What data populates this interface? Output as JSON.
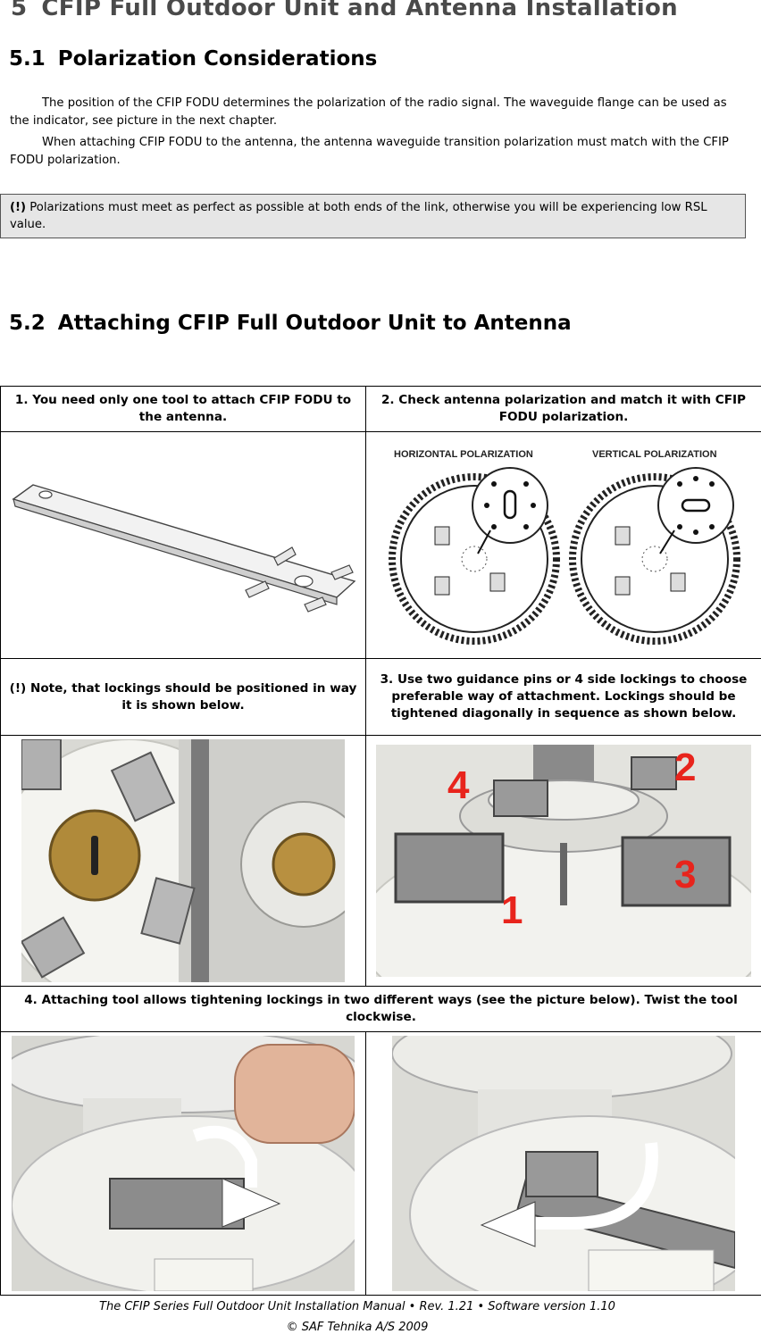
{
  "section": {
    "number": "5",
    "title": "CFIP Full Outdoor Unit and Antenna Installation"
  },
  "subsection1": {
    "number": "5.1",
    "title": "Polarization Considerations",
    "paragraph1": "The position of the CFIP FODU determines the polarization of the radio signal. The waveguide flange can be used as the indicator, see picture in the next chapter.",
    "paragraph2": "When attaching CFIP FODU to the antenna, the antenna waveguide transition polarization must match with the CFIP FODU polarization."
  },
  "note": {
    "marker": "(!)",
    "text": "Polarizations must meet as perfect as possible at both ends of the link, otherwise you will be experiencing low RSL value."
  },
  "subsection2": {
    "number": "5.2",
    "title": "Attaching CFIP Full Outdoor Unit to Antenna"
  },
  "steps": {
    "step1": "1. You need only one tool to attach CFIP FODU to the antenna.",
    "step2": "2. Check antenna polarization and match it with CFIP FODU polarization.",
    "note_lockings": "(!) Note, that lockings should be positioned in way it is shown below.",
    "step3": "3. Use two guidance pins or 4 side lockings to choose preferable way of attachment. Lockings should be tightened diagonally in sequence as shown below.",
    "step4": "4. Attaching tool allows tightening lockings in two different ways (see the picture below). Twist the tool clockwise."
  },
  "figures": {
    "horizontal_label": "HORIZONTAL POLARIZATION",
    "vertical_label": "VERTICAL POLARIZATION",
    "sequence_numbers": [
      "1",
      "2",
      "3",
      "4"
    ]
  },
  "footer": {
    "line1": "The CFIP Series Full Outdoor Unit Installation Manual • Rev. 1.21 • Software version 1.10",
    "line2": "© SAF Tehnika A/S 2009"
  }
}
